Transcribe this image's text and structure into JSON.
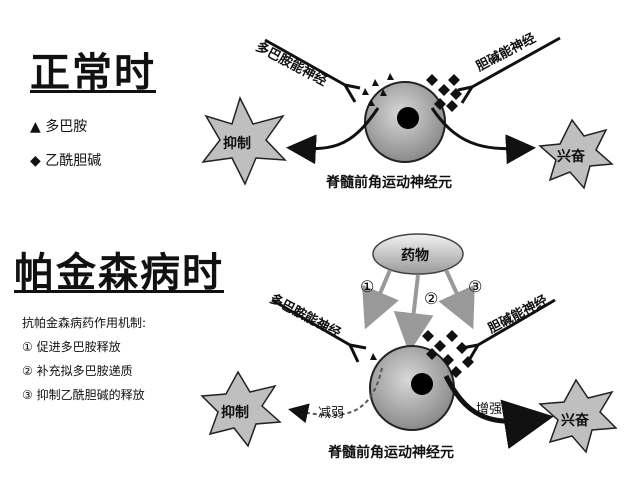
{
  "normal": {
    "title": "正常时",
    "legend_triangle": "▲ 多巴胺",
    "legend_diamond": "◆ 乙酰胆碱",
    "left_nerve": "多巴胺能神经",
    "right_nerve": "胆碱能神经",
    "left_star": "抑制",
    "right_star": "兴奋",
    "neuron_caption": "脊髓前角运动神经元"
  },
  "parkinson": {
    "title": "帕金森病时",
    "drug": "药物",
    "mechanism_title": "抗帕金森病药作用机制:",
    "mechanisms": [
      "① 促进多巴胺释放",
      "② 补充拟多巴胺递质",
      "③ 抑制乙酰胆碱的释放"
    ],
    "arrow_labels": [
      "①",
      "②",
      "③"
    ],
    "left_nerve": "多巴胺能神经",
    "right_nerve": "胆碱能神经",
    "left_star": "抑制",
    "right_star": "兴奋",
    "weaken": "减弱",
    "strengthen": "增强",
    "neuron_caption": "脊髓前角运动神经元"
  }
}
